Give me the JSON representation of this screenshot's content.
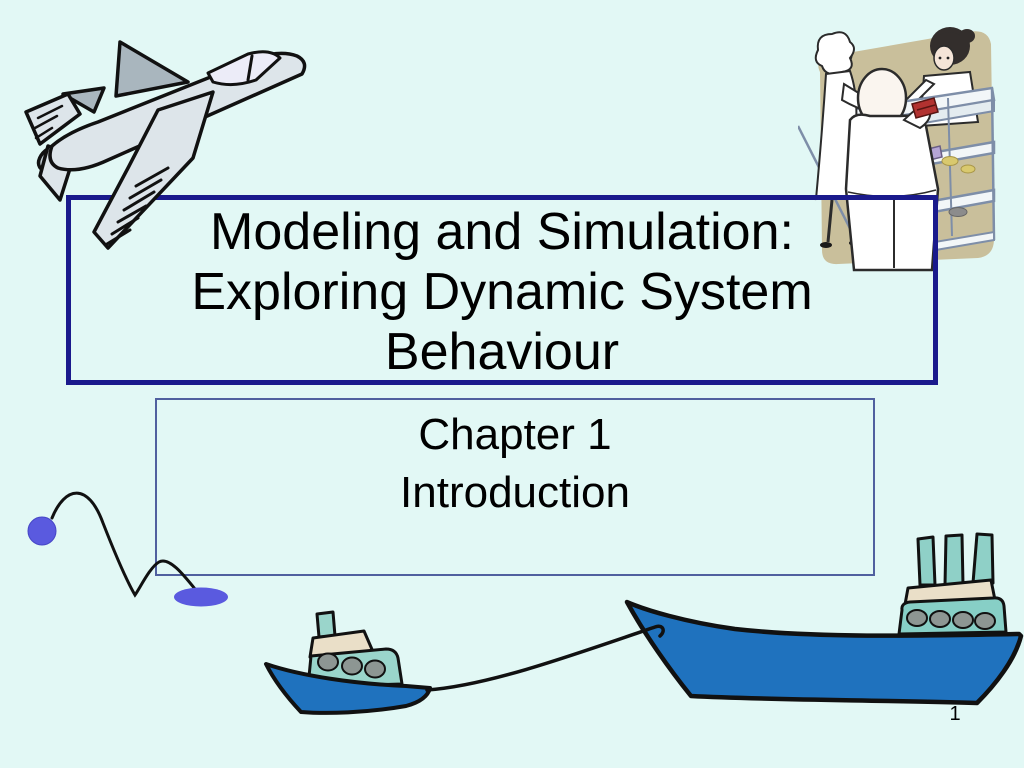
{
  "slide": {
    "title": {
      "lines": [
        "Modeling and Simulation:",
        "Exploring Dynamic System",
        "Behaviour"
      ]
    },
    "subtitle": {
      "lines": [
        "Chapter 1",
        "Introduction"
      ]
    },
    "page_number": "1"
  },
  "clipart": {
    "airplane": "gray fighter-jet climbing up-right",
    "people_scene": "three people at a shop counter with shelves",
    "ball": "blue bouncing ball with trajectory line and flattened landing spot",
    "small_boat": "small blue steamboat towing line",
    "large_boat": "large blue steamship with three funnels",
    "rope": "tow rope between boats"
  },
  "colors": {
    "background": "#E2F8F5",
    "title_border": "#1A1A8C",
    "subtitle_border": "#50609F",
    "text": "#000000",
    "boat_hull_blue": "#1F72BE",
    "cabin_teal": "#8FD0C7",
    "deck_cream": "#EADFC8",
    "porthole_gray": "#8D9693",
    "ball_purple": "#5A5ADF",
    "scene_tan": "#C9BF9B",
    "plane_gray": "#DDE5EA"
  }
}
